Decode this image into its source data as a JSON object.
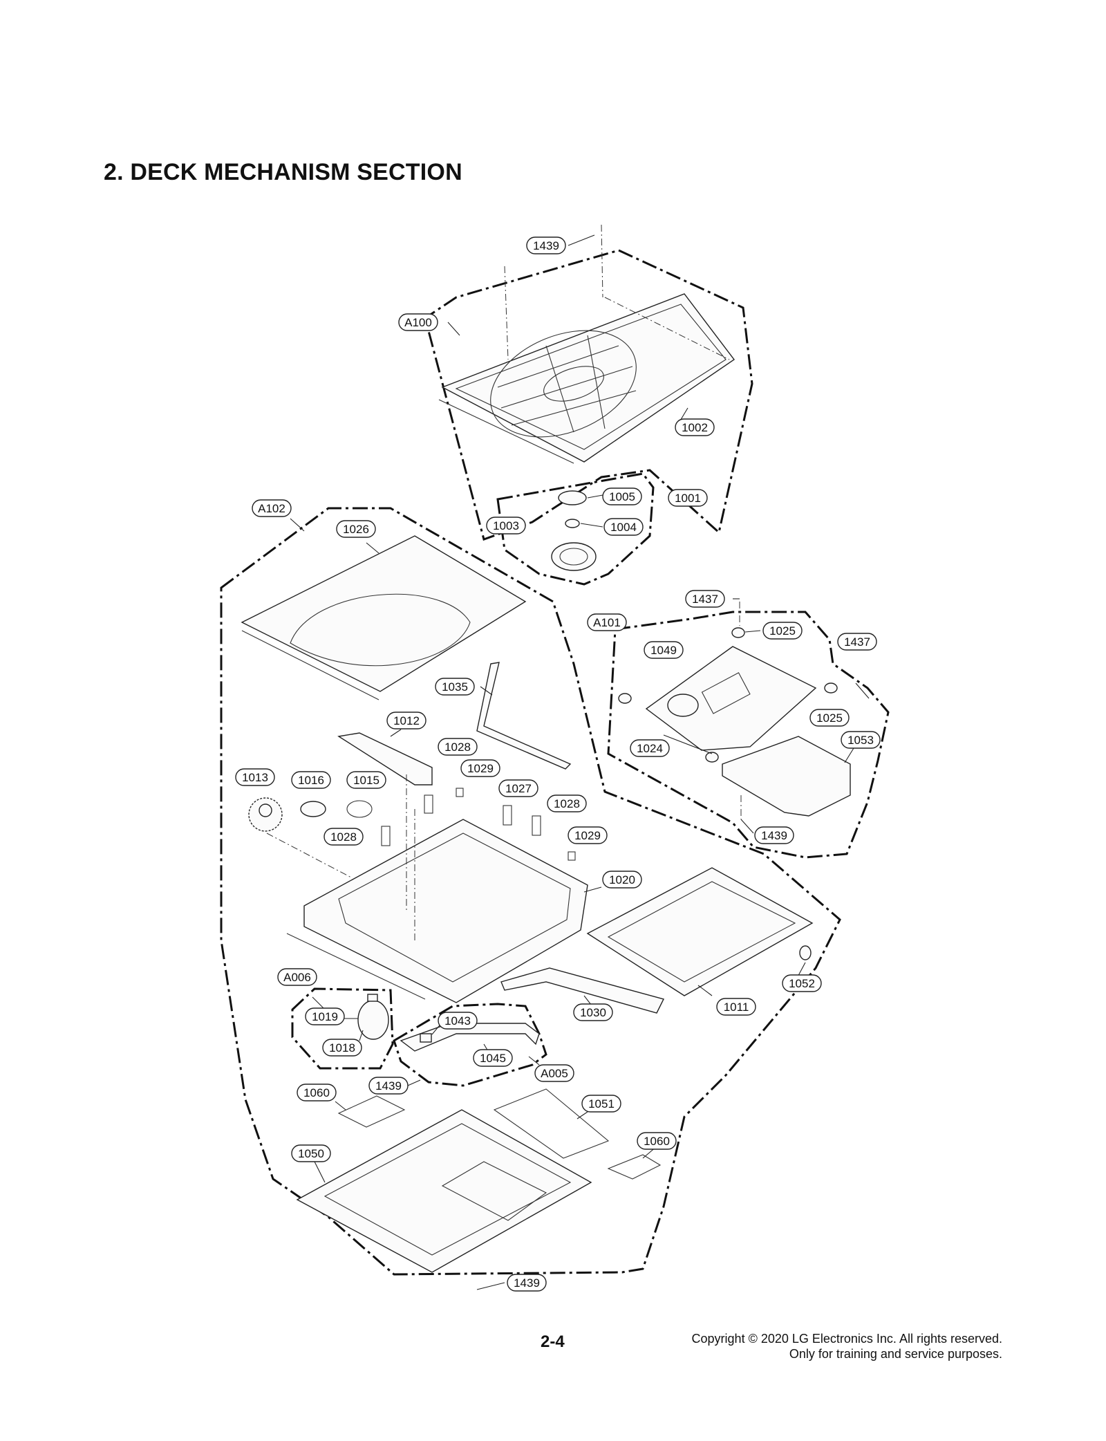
{
  "page": {
    "title": "2. DECK MECHANISM SECTION",
    "page_number": "2-4",
    "copyright_line1": "Copyright © 2020 LG Electronics Inc. All rights reserved.",
    "copyright_line2": "Only for training and service purposes."
  },
  "diagram": {
    "labels": [
      "1439",
      "A100",
      "1002",
      "1001",
      "1005",
      "1003",
      "1004",
      "A102",
      "1026",
      "1437",
      "1025",
      "A101",
      "1049",
      "1437",
      "1025",
      "1024",
      "1053",
      "1439",
      "1035",
      "1012",
      "1028",
      "1029",
      "1013",
      "1016",
      "1015",
      "1027",
      "1028",
      "1028",
      "1029",
      "1020",
      "1052",
      "1011",
      "A006",
      "1019",
      "1018",
      "1043",
      "1030",
      "1045",
      "A005",
      "1439",
      "1060",
      "1051",
      "1060",
      "1050",
      "1439"
    ]
  }
}
